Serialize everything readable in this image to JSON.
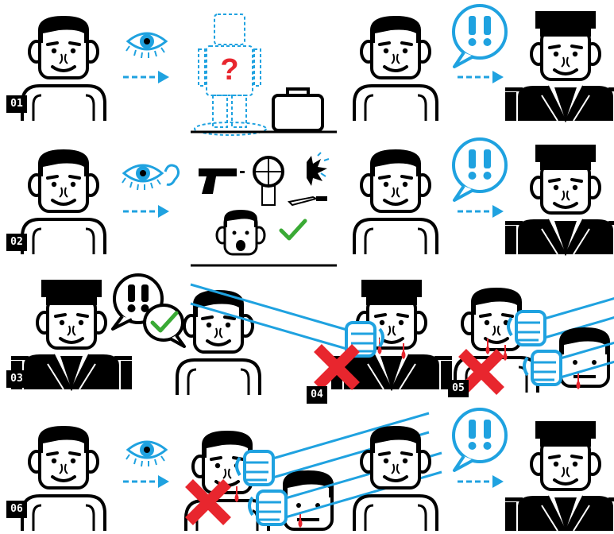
{
  "steps": [
    "01",
    "02",
    "03",
    "04",
    "05",
    "06"
  ],
  "colors": {
    "accent": "#1fa2e0",
    "red": "#e8262e",
    "green": "#3aaa35",
    "ink": "#000000",
    "blood": "#e8262e"
  },
  "icons": [
    "eye-icon",
    "ear-icon",
    "arrow-icon",
    "pistol-icon",
    "crosshair-icon",
    "explosion-icon",
    "knife-icon",
    "checkmark-icon",
    "cross-icon",
    "alert-bubble-icon",
    "suitcase-icon",
    "unknown-person-icon"
  ]
}
